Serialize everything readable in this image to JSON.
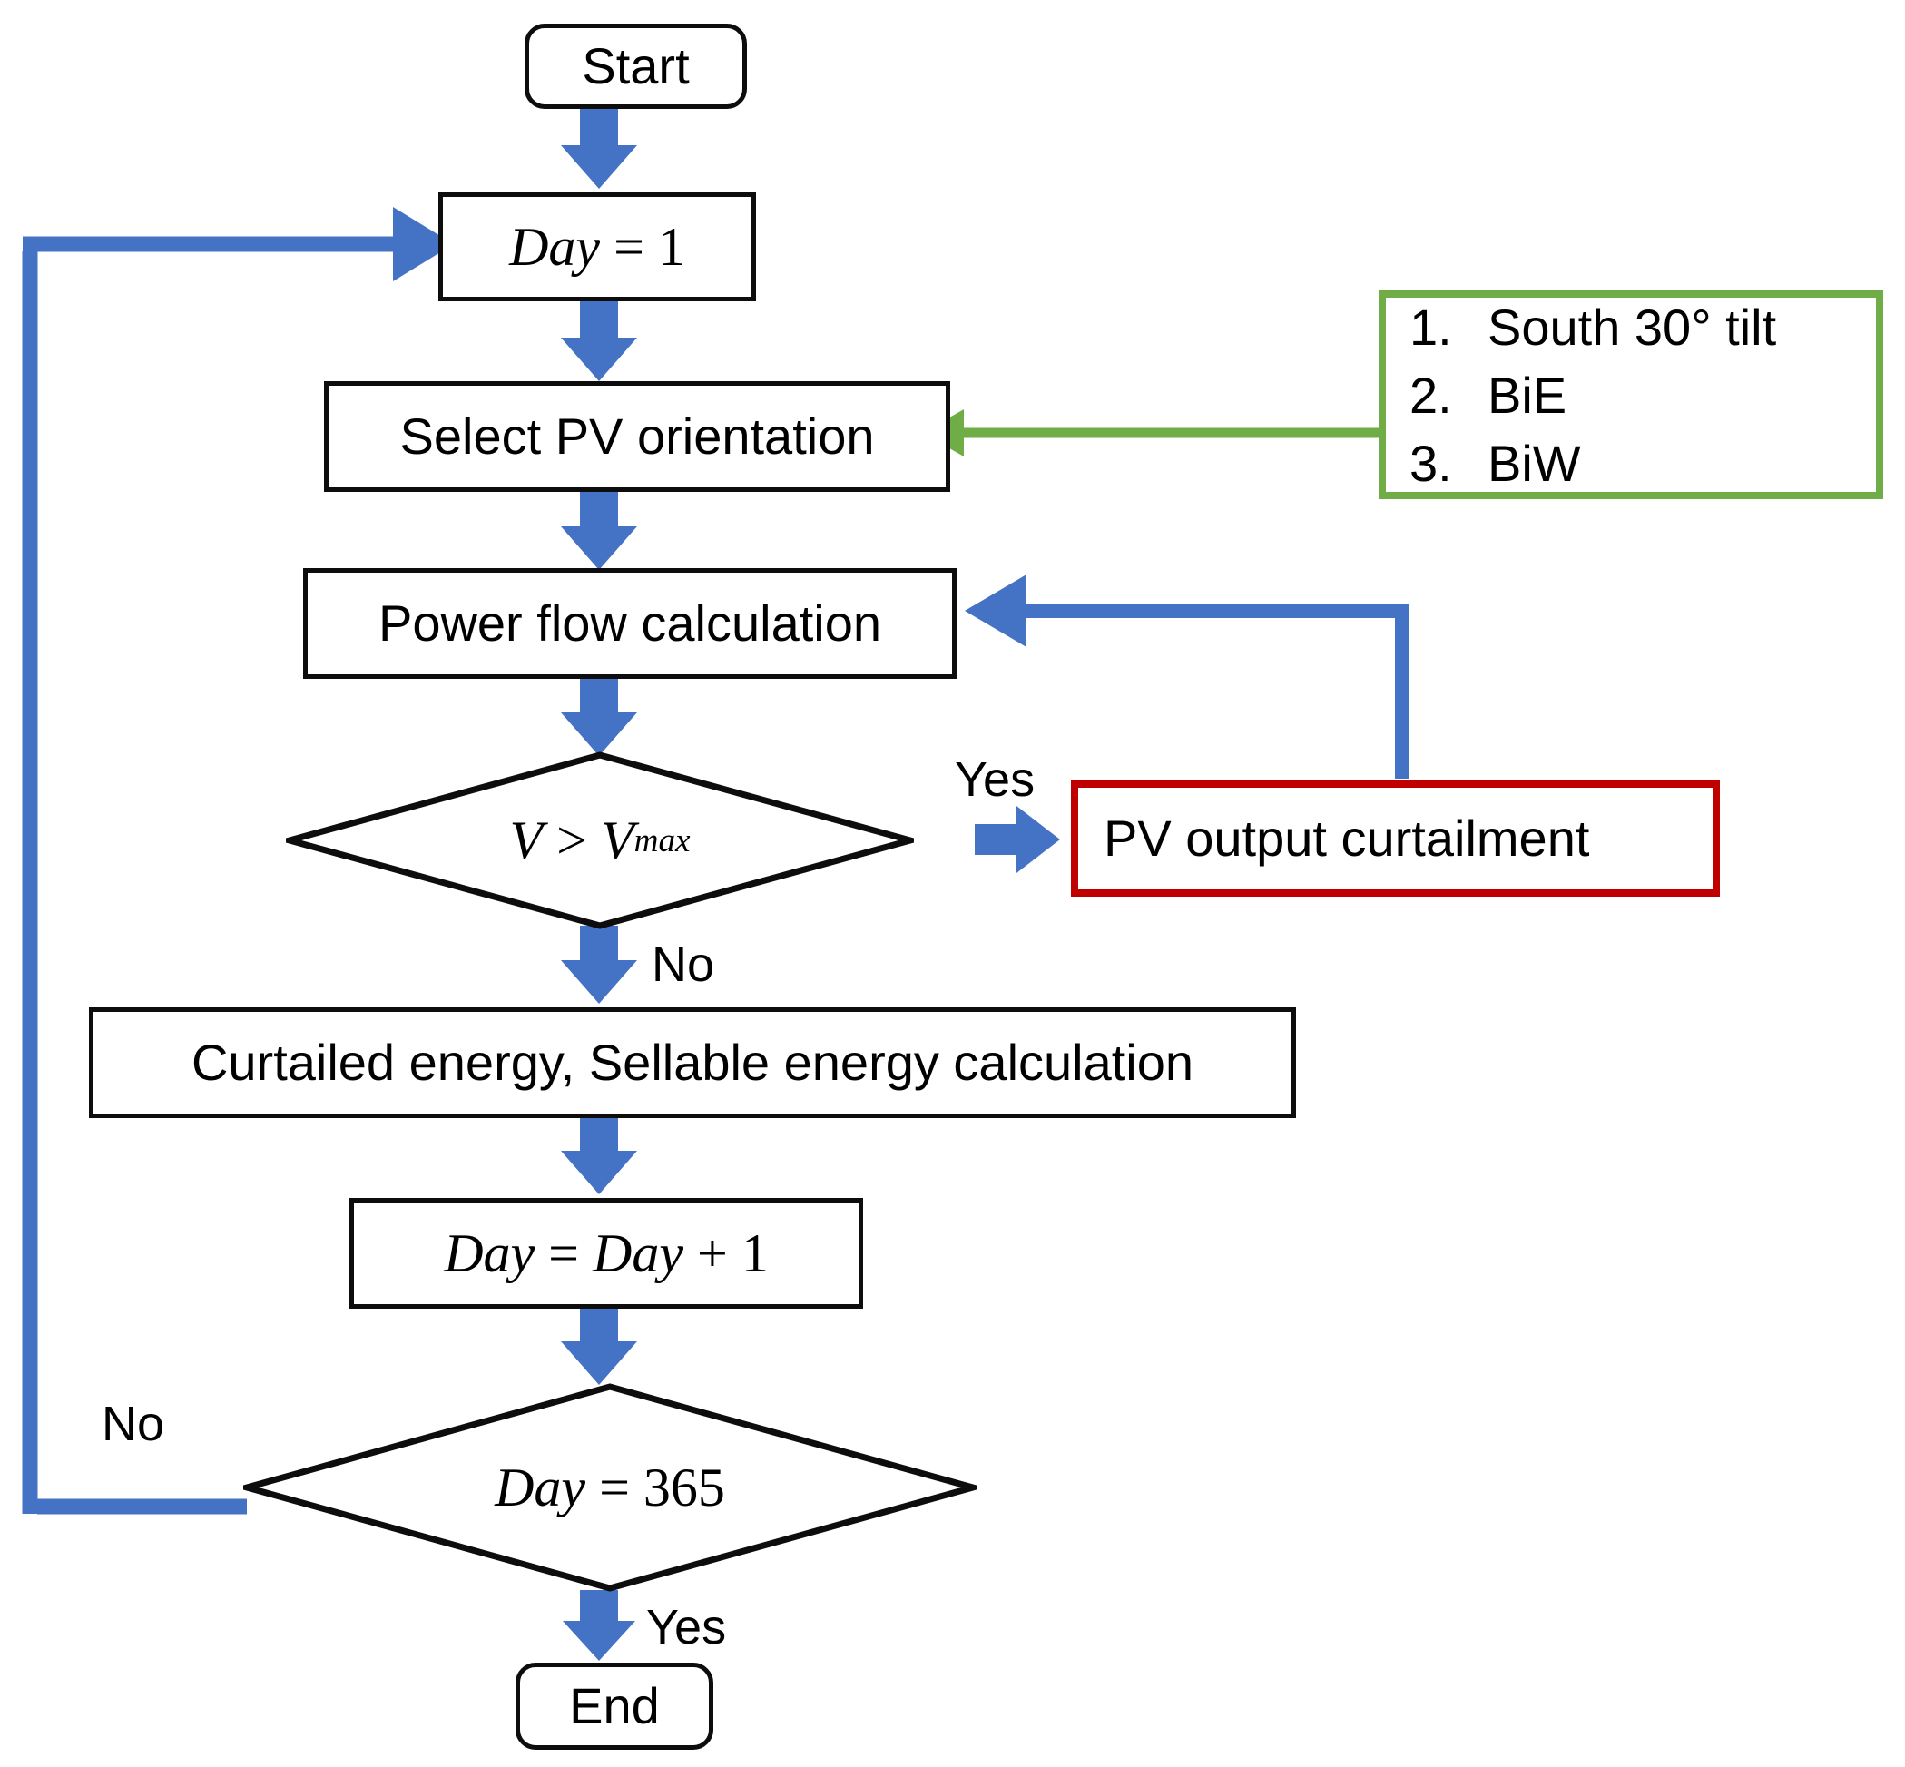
{
  "diagram": {
    "title": "PV orientation annual simulation flowchart",
    "colors": {
      "arrow_blue": "#4472C4",
      "callout_green": "#70AD47",
      "callout_red": "#C00000",
      "node_outline": "#0D0D0D",
      "background": "#FFFFFF"
    },
    "nodes": {
      "start": {
        "label": "Start",
        "shape": "terminator"
      },
      "day_init": {
        "label": "Day = 1",
        "shape": "process",
        "var": "Day",
        "op": "=",
        "value": "1"
      },
      "select_orientation": {
        "label": "Select PV orientation",
        "shape": "process"
      },
      "power_flow": {
        "label": "Power flow calculation",
        "shape": "process"
      },
      "voltage_check": {
        "label": "V > Vmax",
        "shape": "decision",
        "lhs": "V",
        "op": ">",
        "rhs": "V",
        "rhs_sub": "max"
      },
      "curtailment": {
        "label": "PV output curtailment",
        "shape": "process",
        "accent": "#C00000"
      },
      "energy_calc": {
        "label": "Curtailed energy, Sellable energy calculation",
        "shape": "process"
      },
      "day_increment": {
        "label": "Day = Day + 1",
        "shape": "process",
        "var": "Day",
        "op1": "=",
        "var2": "Day",
        "op2": "+",
        "value": "1"
      },
      "day_check": {
        "label": "Day = 365",
        "shape": "decision",
        "lhs": "Day",
        "op": "=",
        "rhs": "365"
      },
      "end": {
        "label": "End",
        "shape": "terminator"
      }
    },
    "orientation_options": {
      "accent": "#70AD47",
      "items": [
        {
          "number": "1.",
          "label": "South 30° tilt"
        },
        {
          "number": "2.",
          "label": "BiE"
        },
        {
          "number": "3.",
          "label": "BiW"
        }
      ]
    },
    "edge_labels": {
      "voltage_yes": "Yes",
      "voltage_no": "No",
      "day_no": "No",
      "day_yes": "Yes"
    }
  }
}
